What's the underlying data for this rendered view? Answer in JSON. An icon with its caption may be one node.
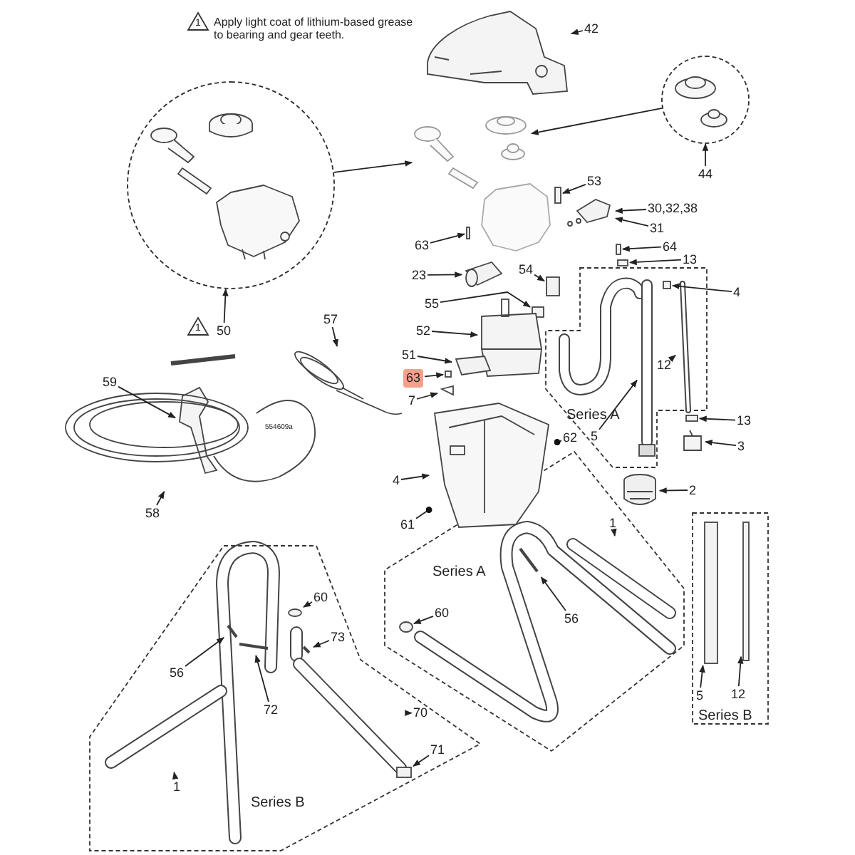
{
  "diagram": {
    "nodes": [
      {
        "text": [
          "42"
        ]
      },
      {
        "text": [],
        "shape": "circle"
      },
      {
        "text": [],
        "shape": "circle"
      },
      {
        "text": [
          "44"
        ]
      },
      {
        "text": [
          "53"
        ]
      },
      {
        "text": [
          "30,32,38"
        ]
      },
      {
        "text": [
          "31"
        ]
      },
      {
        "text": [
          "63"
        ]
      },
      {
        "text": [
          "64"
        ]
      },
      {
        "text": [
          "13"
        ]
      },
      {
        "text": [
          "23"
        ]
      },
      {
        "text": [
          "54"
        ]
      },
      {
        "text": [
          "Series A"
        ]
      },
      {
        "text": [
          "4"
        ]
      },
      {
        "text": [
          "55"
        ]
      },
      {
        "text": [
          "52"
        ]
      },
      {
        "text": [
          "57"
        ]
      },
      {
        "text": [
          "50"
        ]
      },
      {
        "text": [
          "12"
        ],
        "in": 12
      },
      {
        "text": [
          "51"
        ]
      },
      {
        "text": [
          "63"
        ]
      },
      {
        "text": [
          "59"
        ]
      },
      {
        "text": [
          "7"
        ]
      },
      {
        "text": [
          "13"
        ]
      },
      {
        "text": [
          "5"
        ],
        "in": 12
      },
      {
        "text": [
          "62"
        ]
      },
      {
        "text": [
          "3"
        ]
      },
      {
        "text": [
          "4"
        ]
      },
      {
        "text": [
          "2"
        ]
      },
      {
        "text": [
          "58"
        ]
      },
      {
        "text": [
          "61"
        ]
      },
      {
        "text": [
          "Series A"
        ]
      },
      {
        "text": [
          "1"
        ],
        "in": 31
      },
      {
        "text": [
          "Series B"
        ]
      },
      {
        "text": [
          "Series B"
        ]
      },
      {
        "text": [
          "60"
        ],
        "in": 33
      },
      {
        "text": [
          "60"
        ],
        "in": 31
      },
      {
        "text": [
          "56"
        ],
        "in": 31
      },
      {
        "text": [
          "73"
        ],
        "in": 33
      },
      {
        "text": [
          "56"
        ],
        "in": 33
      },
      {
        "text": [
          "5"
        ],
        "in": 34
      },
      {
        "text": [
          "12"
        ],
        "in": 34
      },
      {
        "text": [
          "72"
        ],
        "in": 33
      },
      {
        "text": [
          "70"
        ],
        "in": 33
      },
      {
        "text": [
          "71"
        ],
        "in": 33
      },
      {
        "text": [
          "1"
        ],
        "in": 33
      },
      {
        "text": [],
        "shape": "picture"
      },
      {
        "text": [],
        "shape": "picture"
      },
      {
        "text": [],
        "shape": "picture"
      },
      {
        "text": [],
        "shape": "box"
      },
      {
        "text": [],
        "shape": "picture"
      },
      {
        "text": [],
        "shape": "box"
      },
      {
        "text": [],
        "shape": "box"
      },
      {
        "text": [],
        "shape": "box"
      },
      {
        "text": [],
        "shape": "picture"
      },
      {
        "text": [],
        "shape": "box"
      },
      {
        "text": [],
        "shape": "box",
        "in": 12
      },
      {
        "text": [],
        "shape": "box"
      },
      {
        "text": [],
        "shape": "picture"
      },
      {
        "text": [],
        "shape": "picture"
      },
      {
        "text": [],
        "shape": "picture",
        "in": 12
      },
      {
        "text": [],
        "shape": "picture"
      },
      {
        "text": [],
        "shape": "box"
      },
      {
        "text": [],
        "shape": "picture"
      },
      {
        "text": [],
        "shape": "picture"
      },
      {
        "text": [],
        "shape": "box",
        "in": 12
      },
      {
        "text": [],
        "shape": "picture",
        "in": 12
      },
      {
        "text": [],
        "shape": "picture"
      },
      {
        "text": [],
        "shape": "picture",
        "in": 12
      },
      {
        "text": [],
        "shape": "picture"
      },
      {
        "text": [],
        "shape": "picture"
      },
      {
        "text": [],
        "shape": "picture",
        "in": 31
      },
      {
        "text": [],
        "shape": "circle",
        "in": 31
      },
      {
        "text": [],
        "shape": "picture",
        "in": 31
      },
      {
        "text": [],
        "shape": "circle",
        "in": 33
      },
      {
        "text": [],
        "shape": "picture",
        "in": 33
      },
      {
        "text": [],
        "shape": "picture",
        "in": 33
      },
      {
        "text": [],
        "shape": "box",
        "in": 34
      },
      {
        "text": [],
        "shape": "box",
        "in": 34
      },
      {
        "text": [],
        "shape": "picture",
        "in": 33
      },
      {
        "text": [],
        "shape": "picture",
        "in": 33
      },
      {
        "text": [],
        "shape": "box",
        "in": 33
      },
      {
        "text": [],
        "shape": "picture",
        "in": 33
      }
    ],
    "edges": [
      {
        "from": 0,
        "to": 46,
        "arrow": "to"
      },
      {
        "from": 1,
        "to": 47,
        "arrow": "to"
      },
      {
        "from": 2,
        "to": 48,
        "arrow": "to"
      },
      {
        "from": 3,
        "to": 2,
        "arrow": "to"
      },
      {
        "from": 4,
        "to": 49,
        "arrow": "to"
      },
      {
        "from": 5,
        "to": 50,
        "arrow": "to"
      },
      {
        "from": 6,
        "to": 50,
        "arrow": "to"
      },
      {
        "from": 7,
        "to": 51,
        "arrow": "to"
      },
      {
        "from": 8,
        "to": 52,
        "arrow": "to"
      },
      {
        "from": 9,
        "to": 53,
        "arrow": "to"
      },
      {
        "from": 10,
        "to": 54,
        "arrow": "to"
      },
      {
        "from": 11,
        "to": 55,
        "arrow": "to"
      },
      {
        "from": 13,
        "to": 56,
        "arrow": "to"
      },
      {
        "from": 14,
        "to": 57,
        "arrow": "to"
      },
      {
        "from": 15,
        "to": 58,
        "arrow": "to"
      },
      {
        "from": 16,
        "to": 59,
        "arrow": "to"
      },
      {
        "from": 17,
        "to": 1,
        "arrow": "to"
      },
      {
        "from": 18,
        "to": 60,
        "arrow": "to"
      },
      {
        "from": 19,
        "to": 61,
        "arrow": "to"
      },
      {
        "from": 20,
        "to": 62,
        "arrow": "to"
      },
      {
        "from": 21,
        "to": 63,
        "arrow": "to"
      },
      {
        "from": 22,
        "to": 64,
        "arrow": "to"
      },
      {
        "from": 23,
        "to": 65,
        "arrow": "to"
      },
      {
        "from": 24,
        "to": 66,
        "arrow": "to"
      },
      {
        "from": 25,
        "to": 67,
        "arrow": "other"
      },
      {
        "from": 26,
        "to": 68,
        "arrow": "to"
      },
      {
        "from": 27,
        "to": 67,
        "arrow": "to"
      },
      {
        "from": 28,
        "to": 69,
        "arrow": "to"
      },
      {
        "from": 29,
        "to": 70,
        "arrow": "to"
      },
      {
        "from": 30,
        "to": 67,
        "arrow": "other"
      },
      {
        "from": 32,
        "to": 71,
        "arrow": "to"
      },
      {
        "from": 35,
        "to": 74,
        "arrow": "to"
      },
      {
        "from": 36,
        "to": 72,
        "arrow": "to"
      },
      {
        "from": 37,
        "to": 73,
        "arrow": "to"
      },
      {
        "from": 38,
        "to": 75,
        "arrow": "to"
      },
      {
        "from": 39,
        "to": 76,
        "arrow": "to"
      },
      {
        "from": 40,
        "to": 77,
        "arrow": "to"
      },
      {
        "from": 41,
        "to": 78,
        "arrow": "to"
      },
      {
        "from": 42,
        "to": 79,
        "arrow": "to"
      },
      {
        "from": 43,
        "to": 80,
        "arrow": "to"
      },
      {
        "from": 44,
        "to": 81,
        "arrow": "to"
      },
      {
        "from": 45,
        "to": 82,
        "arrow": "to"
      }
    ],
    "labels": [
      "1",
      "Apply light coat of lithium-based grease to bearing and gear teeth.",
      "1",
      "554609a"
    ]
  }
}
